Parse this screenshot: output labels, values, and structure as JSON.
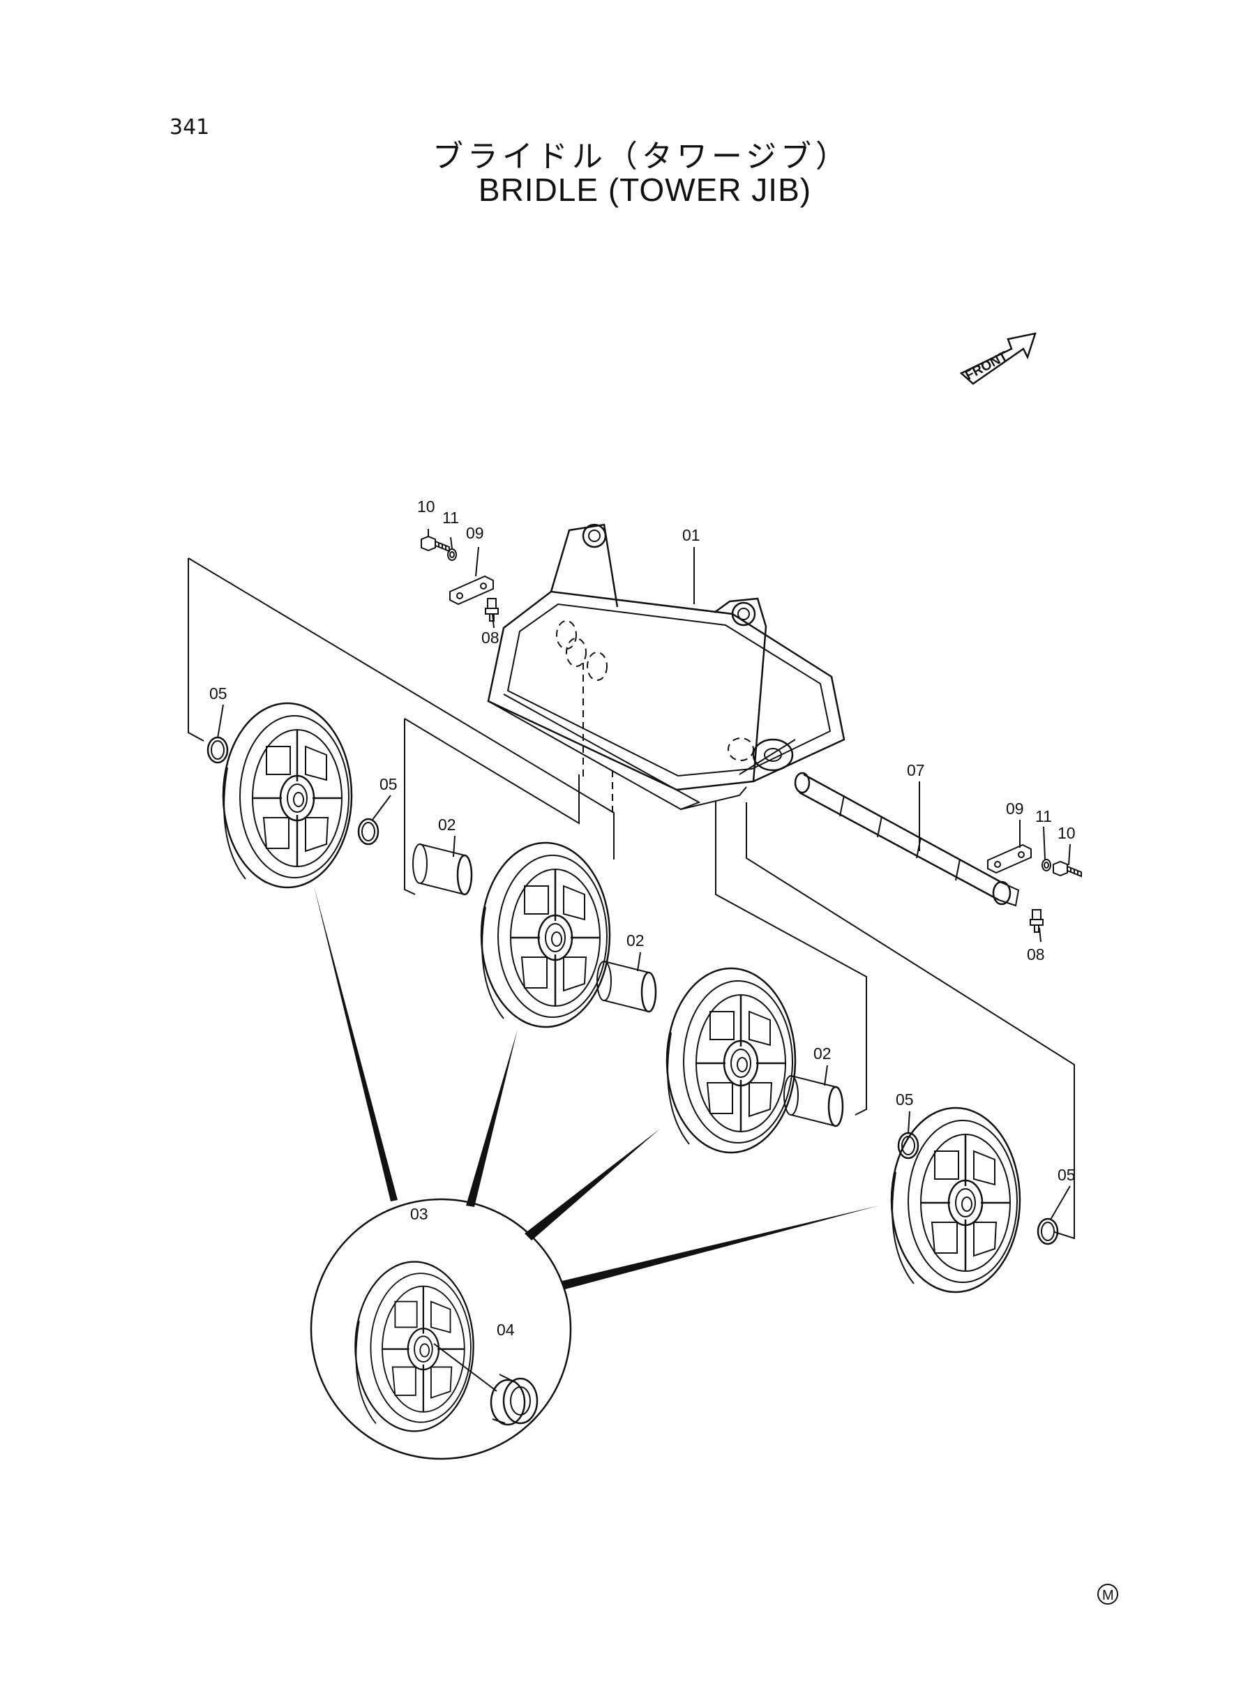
{
  "page_number": "341",
  "title_jp": "ブライドル（タワージブ）",
  "title_en": "BRIDLE (TOWER JIB)",
  "front_label": "FRONT",
  "marking": "M",
  "callouts": {
    "c01": "01",
    "c02a": "02",
    "c02b": "02",
    "c02c": "02",
    "c03": "03",
    "c04": "04",
    "c05a": "05",
    "c05b": "05",
    "c05c": "05",
    "c05d": "05",
    "c07": "07",
    "c08a": "08",
    "c08b": "08",
    "c09a": "09",
    "c09b": "09",
    "c10a": "10",
    "c10b": "10",
    "c11a": "11",
    "c11b": "11"
  }
}
